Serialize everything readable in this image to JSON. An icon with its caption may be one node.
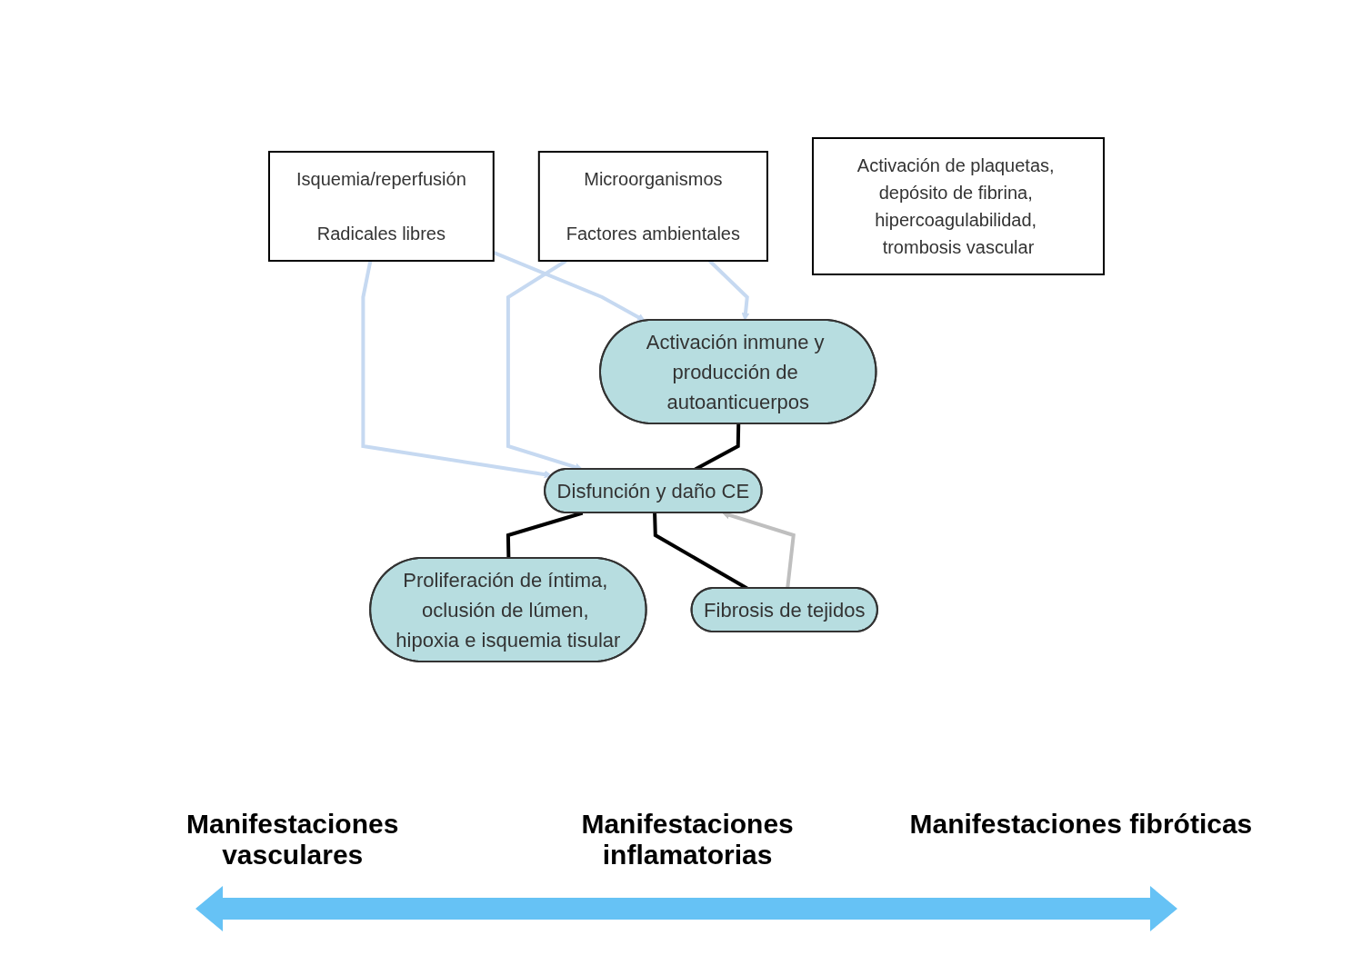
{
  "diagram": {
    "nodes": [
      {
        "text": [
          "Isquemia/reperfusión",
          "Radicales libres"
        ]
      },
      {
        "text": [
          "Activación inmune y producción de autoanticuerpos"
        ]
      },
      {
        "text": [
          "Microorganismos",
          "Factores ambientales"
        ]
      },
      {
        "text": [
          "Disfunción y daño CE"
        ]
      },
      {
        "text": [
          "Activación de plaquetas, depósito de fibrina, hipercoagulabilidad, trombosis vascular"
        ]
      },
      {
        "text": [
          "Proliferación de íntima, oclusión de lúmen, hipoxia e isquemia tisular"
        ]
      },
      {
        "text": [
          "Fibrosis de tejidos"
        ]
      }
    ],
    "edges": [
      {
        "from": 0,
        "to": 1,
        "arrow": "to",
        "color": "#c6d9f1"
      },
      {
        "from": 0,
        "to": 3,
        "arrow": "to",
        "color": "#c6d9f1"
      },
      {
        "from": 2,
        "to": 1,
        "arrow": "to",
        "color": "#c6d9f1"
      },
      {
        "from": 2,
        "to": 3,
        "arrow": "to",
        "color": "#c6d9f1"
      },
      {
        "from": 1,
        "to": 3,
        "arrow": "none",
        "color": "#000000"
      },
      {
        "from": 3,
        "to": 5,
        "arrow": "none",
        "color": "#000000"
      },
      {
        "from": 3,
        "to": 6,
        "arrow": "none",
        "color": "#000000"
      },
      {
        "from": 6,
        "to": 3,
        "arrow": "to",
        "color": "#bfbfbf"
      }
    ],
    "labels": [
      "Manifestaciones vasculares",
      "Manifestaciones inflamatorias",
      "Manifestaciones fibróticas"
    ]
  }
}
